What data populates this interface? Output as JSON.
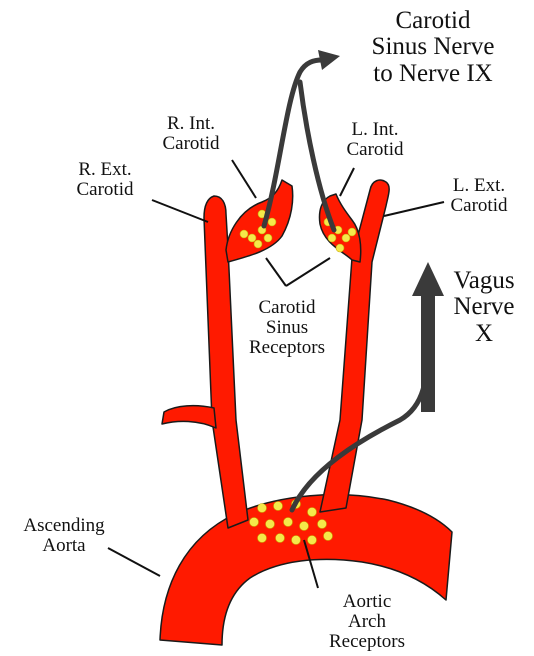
{
  "labels": {
    "carotid_sinus_nerve": "Carotid\nSinus Nerve\nto Nerve IX",
    "r_int_carotid": "R. Int.\nCarotid",
    "l_int_carotid": "L. Int.\nCarotid",
    "r_ext_carotid": "R. Ext.\nCarotid",
    "l_ext_carotid": "L. Ext.\nCarotid",
    "vagus_nerve": "Vagus\nNerve\nX",
    "carotid_sinus_receptors": "Carotid\nSinus\nReceptors",
    "ascending_aorta": "Ascending\nAorta",
    "aortic_arch_receptors": "Aortic\nArch\nReceptors"
  },
  "colors": {
    "vessel": "#ff1a00",
    "vessel_outline": "#1a1a1a",
    "receptor": "#f5e94a",
    "nerve": "#3a3a3a",
    "text": "#111111"
  }
}
